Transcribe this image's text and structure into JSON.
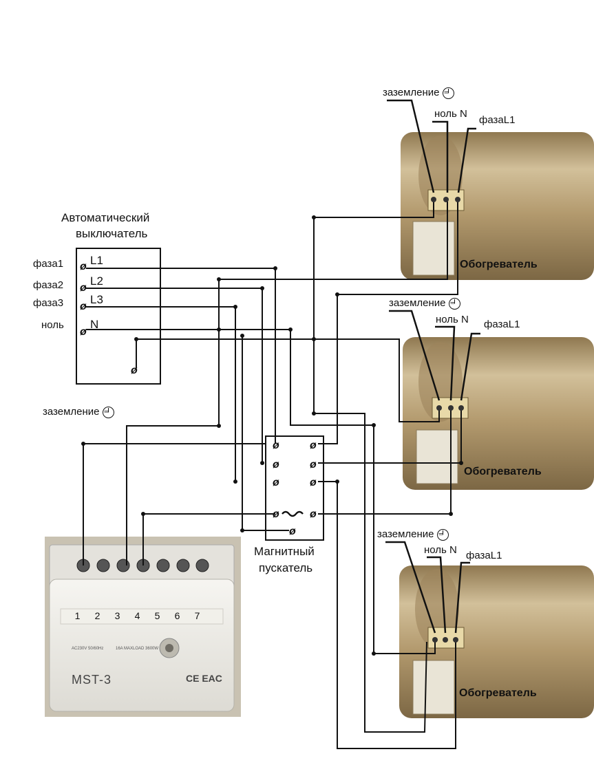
{
  "breaker": {
    "title_line1": "Автоматический",
    "title_line2": "выключатель",
    "left_labels": [
      "фаза1",
      "фаза2",
      "фаза3",
      "ноль"
    ],
    "terminal_labels": [
      "L1",
      "L2",
      "L3",
      "N"
    ],
    "ground_label": "заземление"
  },
  "contactor": {
    "label_line1": "Магнитный",
    "label_line2": "пускатель"
  },
  "thermostat": {
    "model": "MST-3",
    "terminal_numbers": [
      "1",
      "2",
      "3",
      "4",
      "5",
      "6",
      "7"
    ],
    "spec_text": "AC230V 50/60Hz",
    "load_text": "16A MAXLOAD 3600W",
    "marks": "CE EAC"
  },
  "heaters": [
    {
      "label": "Обогреватель",
      "ground": "заземление",
      "neutral": "ноль N",
      "phase": "фазаL1"
    },
    {
      "label": "Обогреватель",
      "ground": "заземление",
      "neutral": "ноль N",
      "phase": "фазаL1"
    },
    {
      "label": "Обогреватель",
      "ground": "заземление",
      "neutral": "ноль N",
      "phase": "фазаL1"
    }
  ],
  "colors": {
    "wire": "#111111",
    "heater_body": "#b39a6e",
    "heater_highlight": "#d9c9a6",
    "thermostat_body": "#ecebe6"
  }
}
